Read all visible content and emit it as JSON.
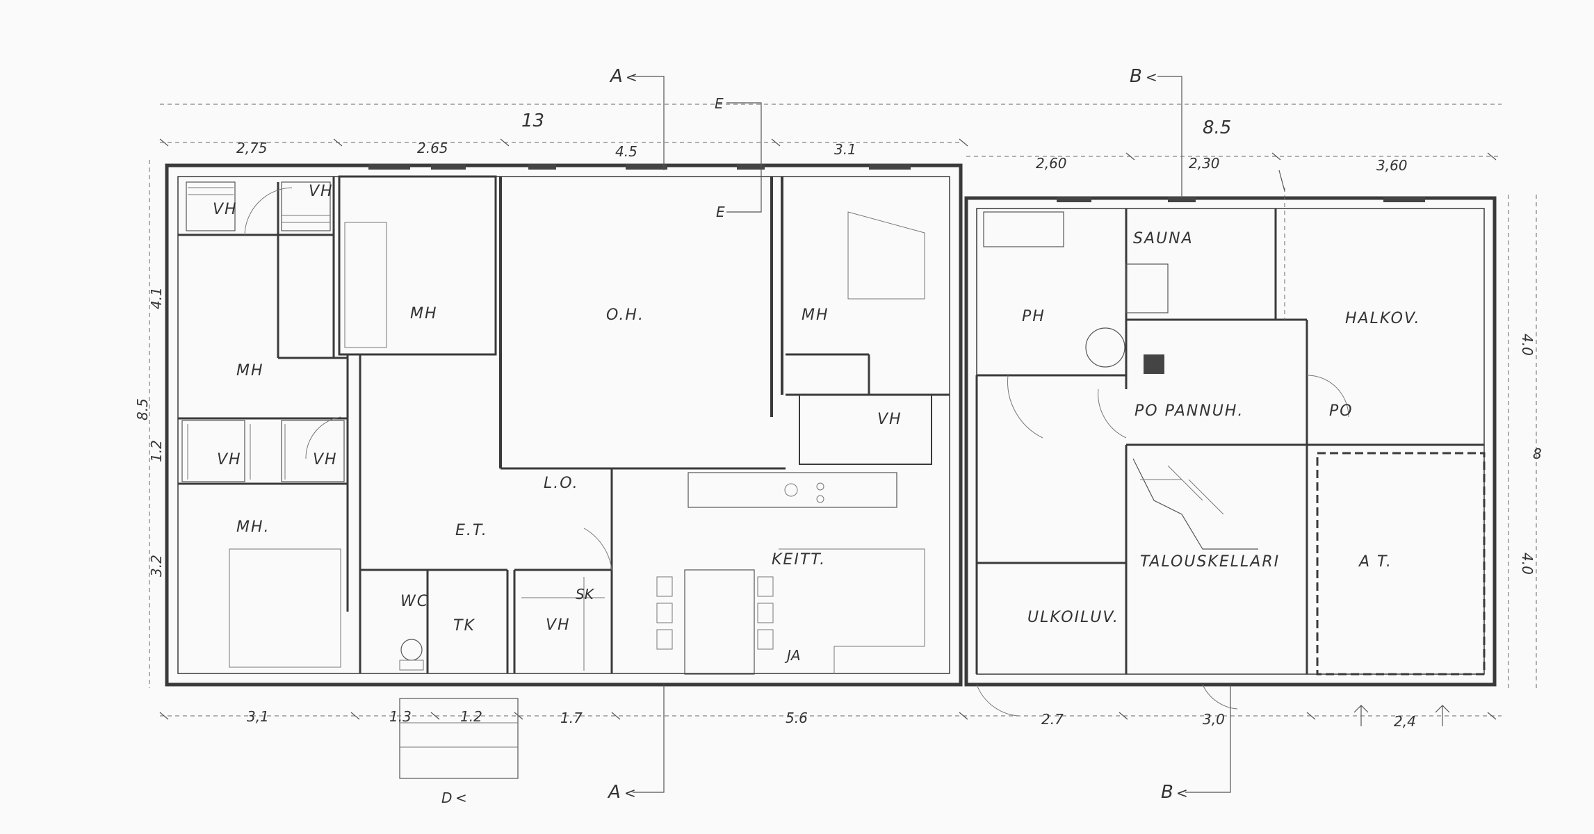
{
  "rooms": {
    "vh_top_left": "VH",
    "vh_top_center": "VH",
    "mh_small": "MH",
    "oh": "O.H.",
    "mh_right": "MH",
    "mh_left": "MH",
    "vh_mid_left": "VH",
    "vh_mid_center": "VH",
    "vh_right": "VH",
    "mh_bottom": "MH.",
    "et": "E.T.",
    "lo": "L.O.",
    "wc": "WC",
    "tk": "TK",
    "vh_bottom": "VH",
    "sk": "SK",
    "keitt": "KEITT.",
    "ja": "JA",
    "sauna": "SAUNA",
    "ph": "PH",
    "halkov": "HALKOV.",
    "po_pannuh": "PO PANNUH.",
    "po": "PO",
    "talouskellari": "TALOUSKELLARI",
    "at": "A T.",
    "ulkoiluv": "ULKOILUV."
  },
  "dimensions": {
    "top_total_left": "13",
    "top_total_right": "8.5",
    "top": [
      "2,75",
      "2.65",
      "4.5",
      "3.1",
      "2,60",
      "2,30",
      "3,60"
    ],
    "bottom": [
      "3,1",
      "1.3",
      "1.2",
      "1.7",
      "5.6",
      "2.7",
      "3,0",
      "2,4"
    ],
    "left_total": "8.5",
    "left": [
      "4.1",
      "1.2",
      "3.2"
    ],
    "right_total": "8",
    "right": [
      "4.0",
      "4.0"
    ]
  },
  "sections": {
    "a_top": "A",
    "a_bottom": "A",
    "b_top": "B",
    "b_bottom": "B",
    "e_top": "E",
    "e_mid": "E",
    "d_bottom": "D"
  }
}
